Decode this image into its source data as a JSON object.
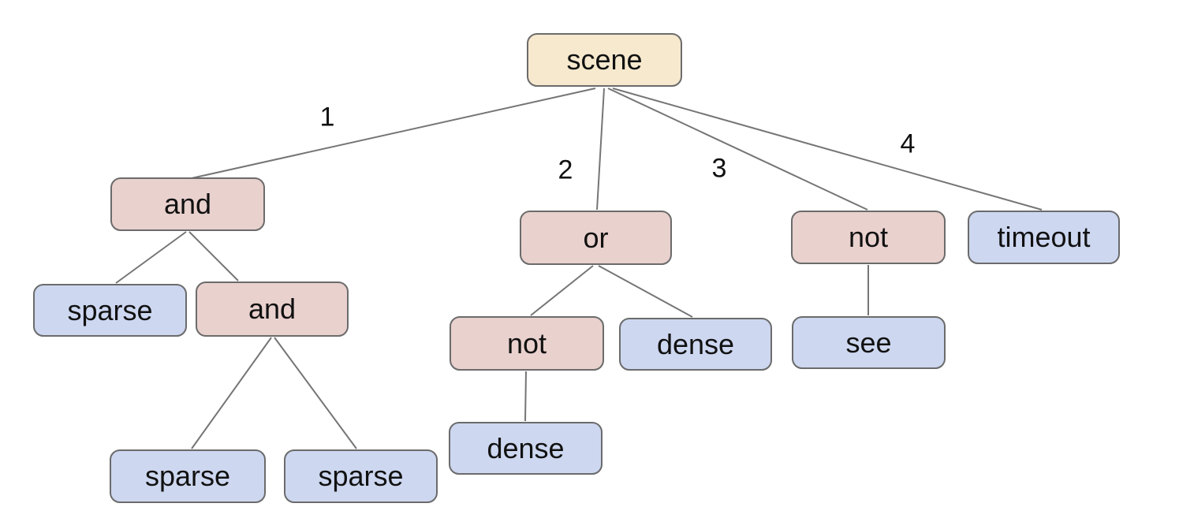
{
  "diagram": {
    "type": "tree",
    "background": "#ffffff",
    "colors": {
      "root_fill": "#f6e9ce",
      "operator_fill": "#e9d1ce",
      "leaf_fill": "#cdd7f0",
      "node_border": "#6b6b6b",
      "edge_stroke": "#757575",
      "label_text": "#111111"
    },
    "nodes": [
      {
        "id": "scene",
        "label": "scene",
        "kind": "root"
      },
      {
        "id": "and-outer",
        "label": "and",
        "kind": "operator"
      },
      {
        "id": "or",
        "label": "or",
        "kind": "operator"
      },
      {
        "id": "not-right",
        "label": "not",
        "kind": "operator"
      },
      {
        "id": "timeout",
        "label": "timeout",
        "kind": "leaf"
      },
      {
        "id": "sparse-left",
        "label": "sparse",
        "kind": "leaf"
      },
      {
        "id": "and-inner",
        "label": "and",
        "kind": "operator"
      },
      {
        "id": "not-mid",
        "label": "not",
        "kind": "operator"
      },
      {
        "id": "dense-right",
        "label": "dense",
        "kind": "leaf"
      },
      {
        "id": "see",
        "label": "see",
        "kind": "leaf"
      },
      {
        "id": "dense-bottom",
        "label": "dense",
        "kind": "leaf"
      },
      {
        "id": "sparse-bottom-left",
        "label": "sparse",
        "kind": "leaf"
      },
      {
        "id": "sparse-bottom-right",
        "label": "sparse",
        "kind": "leaf"
      }
    ],
    "edges": [
      {
        "from": "scene",
        "to": "and-outer",
        "label": "1"
      },
      {
        "from": "scene",
        "to": "or",
        "label": "2"
      },
      {
        "from": "scene",
        "to": "not-right",
        "label": "3"
      },
      {
        "from": "scene",
        "to": "timeout",
        "label": "4"
      },
      {
        "from": "and-outer",
        "to": "sparse-left",
        "label": ""
      },
      {
        "from": "and-outer",
        "to": "and-inner",
        "label": ""
      },
      {
        "from": "and-inner",
        "to": "sparse-bottom-left",
        "label": ""
      },
      {
        "from": "and-inner",
        "to": "sparse-bottom-right",
        "label": ""
      },
      {
        "from": "or",
        "to": "not-mid",
        "label": ""
      },
      {
        "from": "or",
        "to": "dense-right",
        "label": ""
      },
      {
        "from": "not-mid",
        "to": "dense-bottom",
        "label": ""
      },
      {
        "from": "not-right",
        "to": "see",
        "label": ""
      }
    ]
  }
}
